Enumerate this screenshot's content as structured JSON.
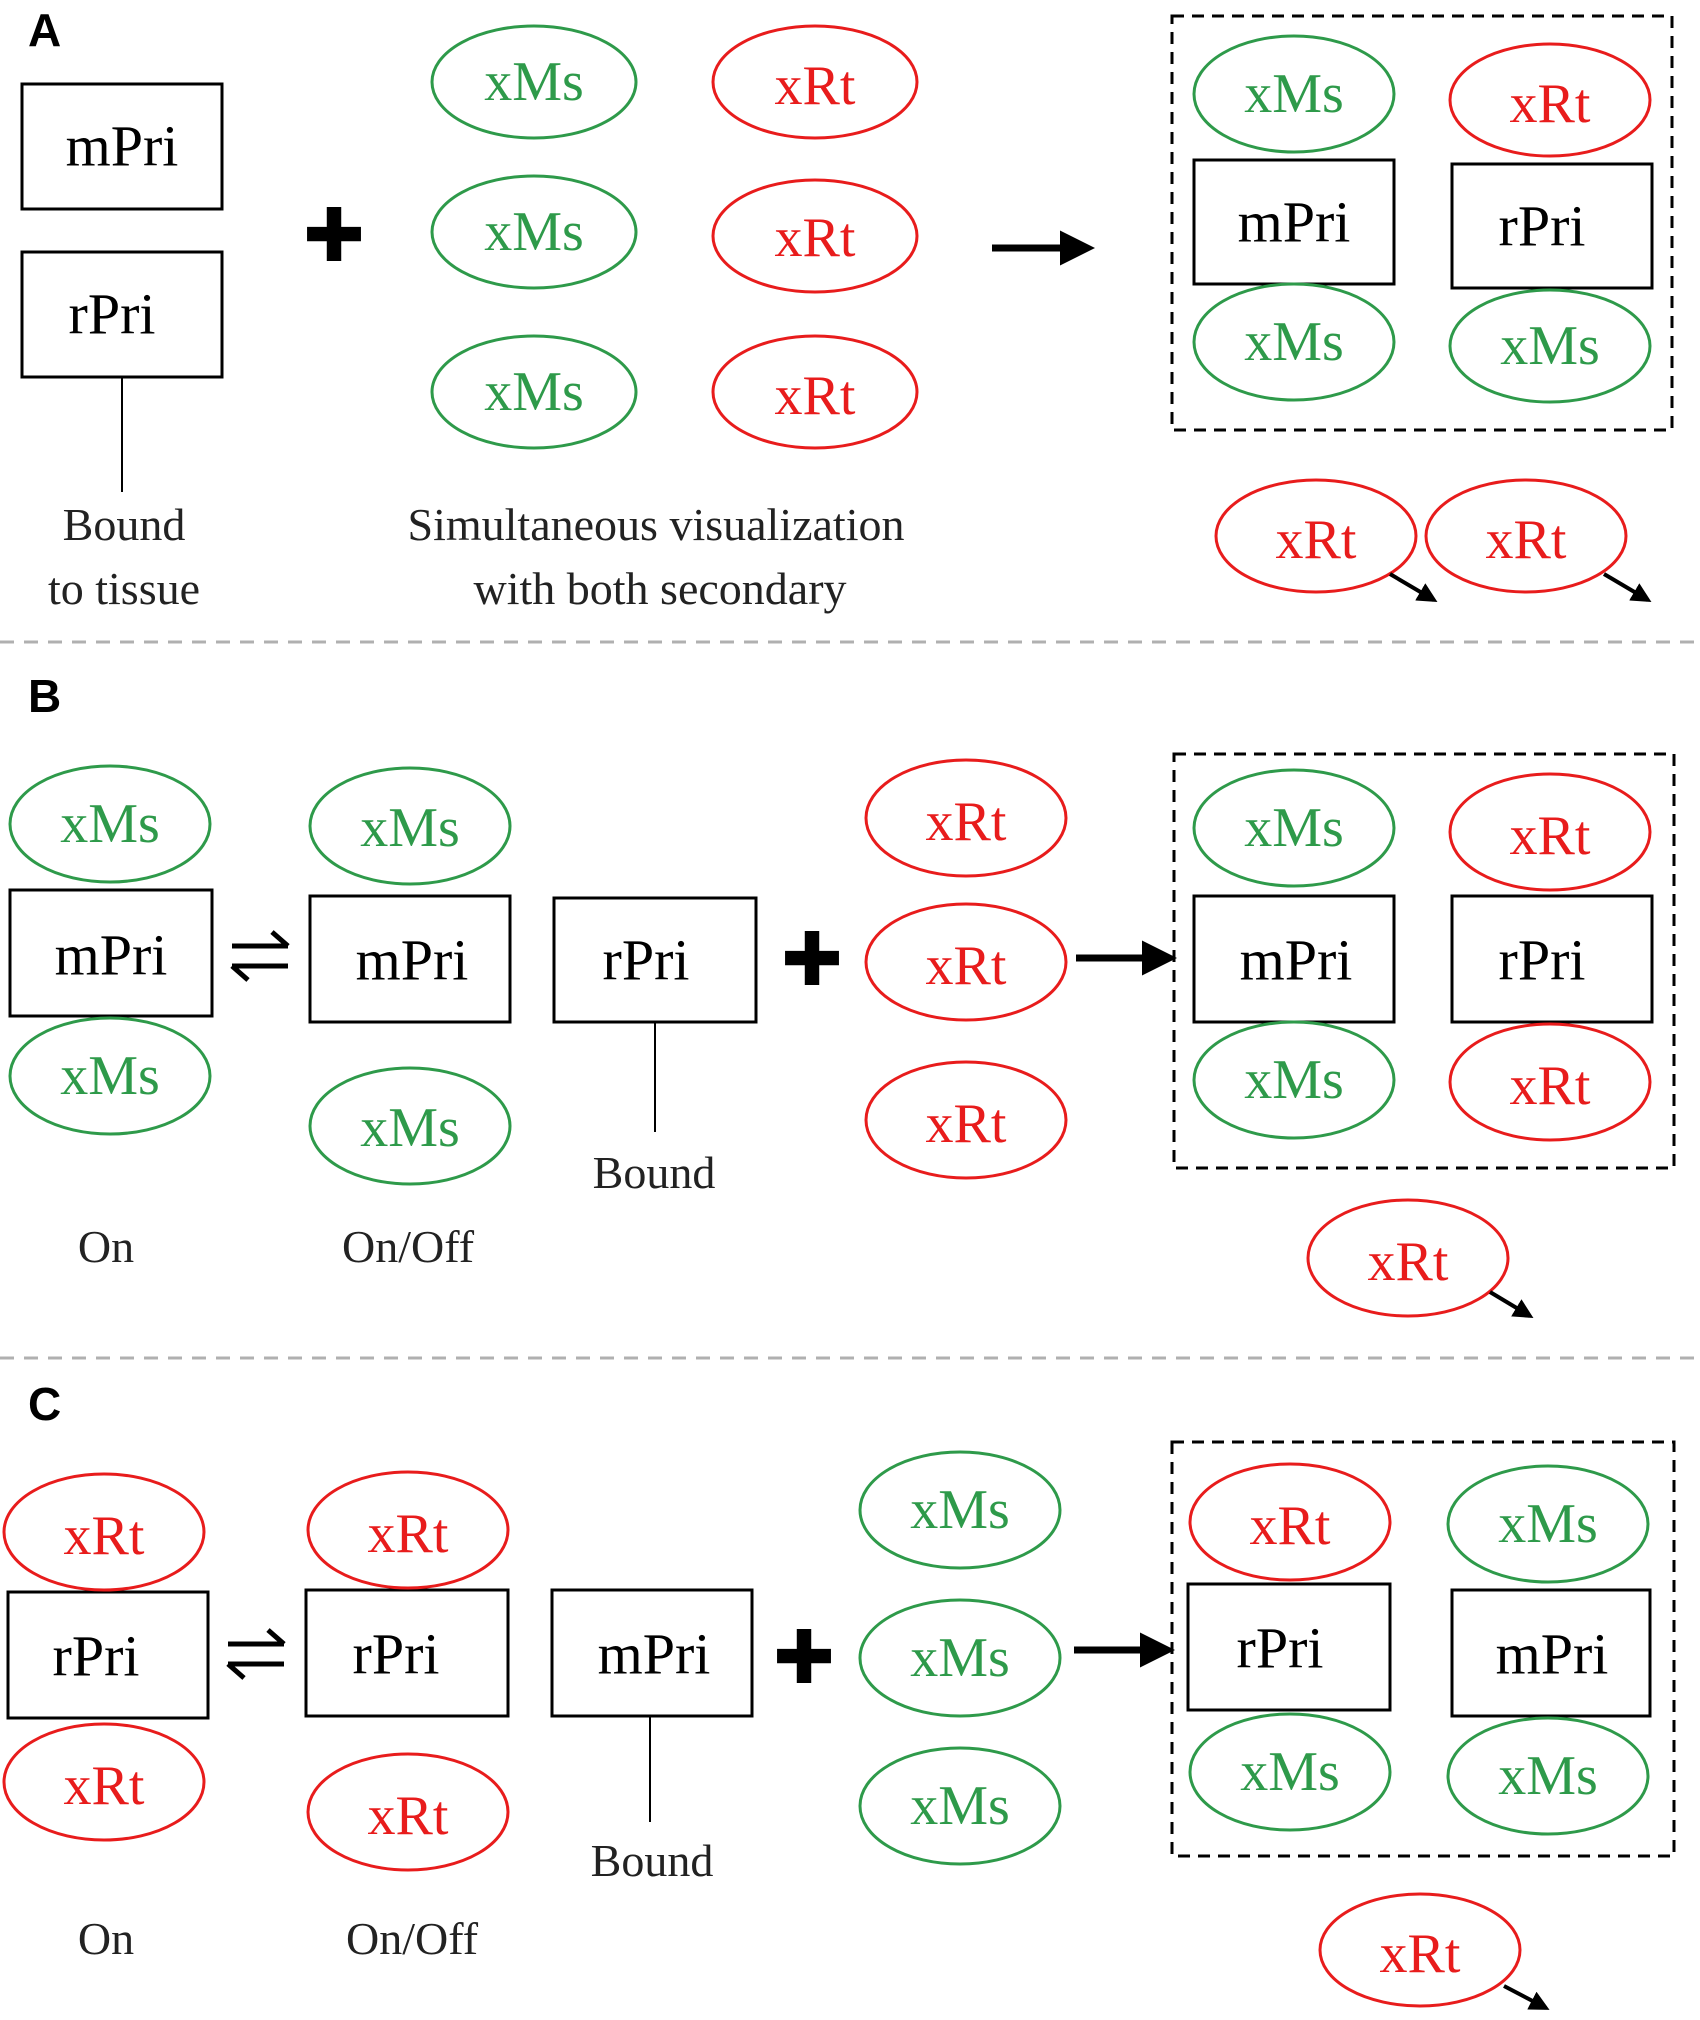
{
  "colors": {
    "ms": "#2e9a4a",
    "rt": "#e81c1c",
    "ink": "#000000"
  },
  "labels": {
    "ms": "xMs",
    "rt": "xRt",
    "mpri": "mPri",
    "rpri": "rPri"
  },
  "panels": [
    {
      "letter": "A",
      "captions": [
        "Bound",
        "to tissue",
        "Simultaneous  visualization",
        "with  both secondary"
      ]
    },
    {
      "letter": "B",
      "captions": [
        "Bound",
        "On",
        "On/Off"
      ]
    },
    {
      "letter": "C",
      "captions": [
        "Bound",
        "On",
        "On/Off"
      ]
    }
  ]
}
